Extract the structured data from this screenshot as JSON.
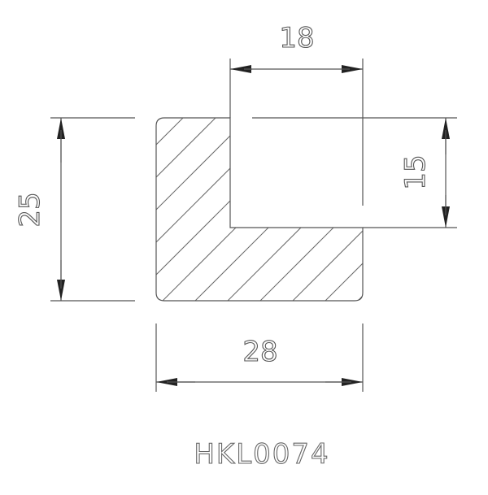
{
  "dimensions": {
    "notch_width": "18",
    "height": "25",
    "notch_depth": "15",
    "width": "28"
  },
  "part_code": "HKL0074"
}
